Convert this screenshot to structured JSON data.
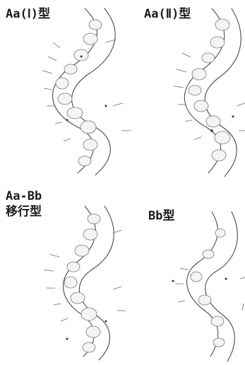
{
  "panels": [
    {
      "id": "aa-1",
      "label": "Aa(Ⅰ)型"
    },
    {
      "id": "aa-2",
      "label": "Aa(Ⅱ)型"
    },
    {
      "id": "aa-bb",
      "label_line1": "Aa-Bb",
      "label_line2": "移行型"
    },
    {
      "id": "bb",
      "label": "Bb型"
    }
  ]
}
